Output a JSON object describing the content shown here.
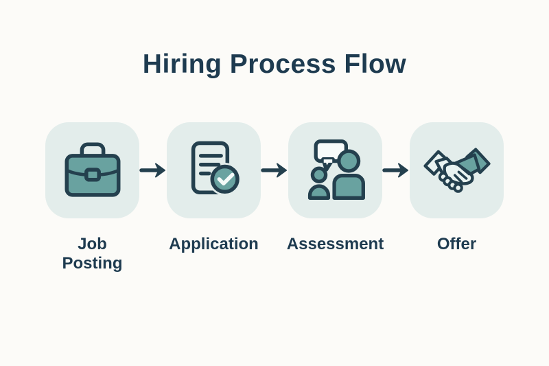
{
  "page": {
    "title": "Hiring Process Flow"
  },
  "colors": {
    "page_background": "#fcfbf8",
    "box_background": "#e3edeb",
    "accent_teal": "#69a2a0",
    "outline_navy": "#24404e",
    "title_navy": "#1e3b50",
    "light_fill": "#e9f3f1",
    "bubble_fill": "#f7fbfa",
    "check_white": "#f4faf9"
  },
  "flow": {
    "connector": "arrow-right",
    "steps": [
      {
        "label": "Job Posting",
        "icon": "briefcase-icon"
      },
      {
        "label": "Application",
        "icon": "document-check-icon"
      },
      {
        "label": "Assessment",
        "icon": "interview-chat-icon"
      },
      {
        "label": "Offer",
        "icon": "handshake-icon"
      }
    ]
  }
}
